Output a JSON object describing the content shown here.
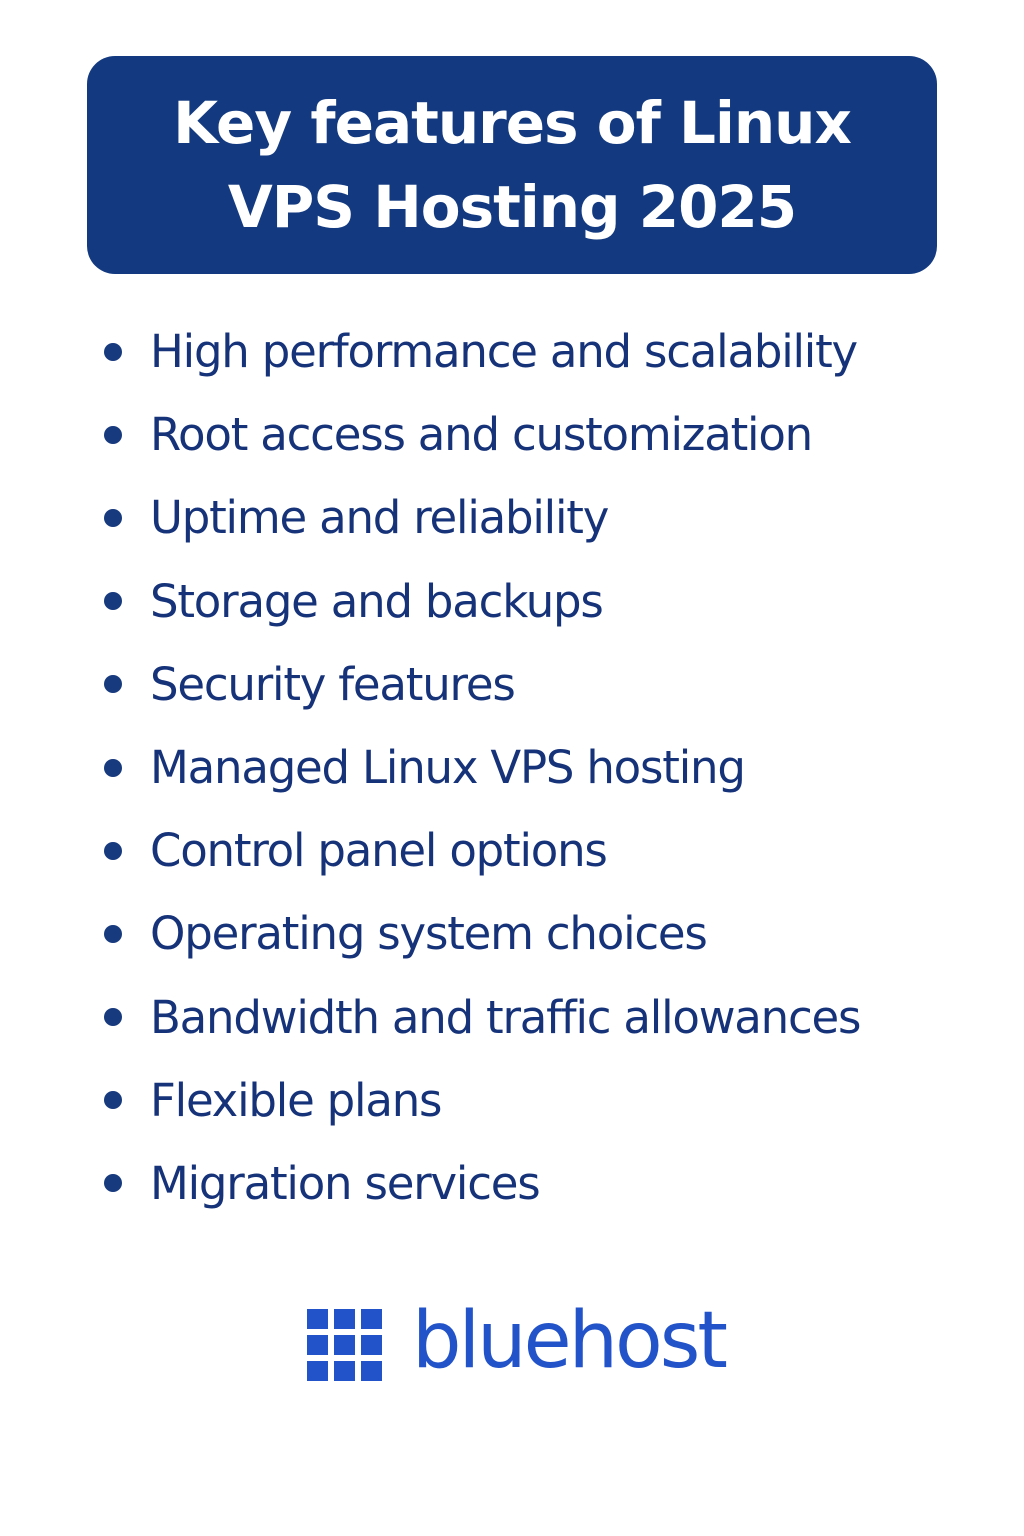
{
  "header": {
    "title_line_1": "Key features of Linux",
    "title_line_2": "VPS Hosting 2025",
    "background_color": "#133a80",
    "text_color": "#ffffff"
  },
  "features": {
    "bullet_icon": "filled-circle",
    "text_color": "#16337a",
    "items": [
      "High performance and scalability",
      "Root access and customization",
      "Uptime and reliability",
      "Storage and backups",
      "Security features",
      "Managed Linux VPS hosting",
      "Control panel options",
      "Operating system choices",
      "Bandwidth and traffic allowances",
      "Flexible plans",
      "Migration services"
    ]
  },
  "brand": {
    "logo_icon": "3x3-grid-squares",
    "name": "bluehost",
    "color": "#2253c9"
  }
}
